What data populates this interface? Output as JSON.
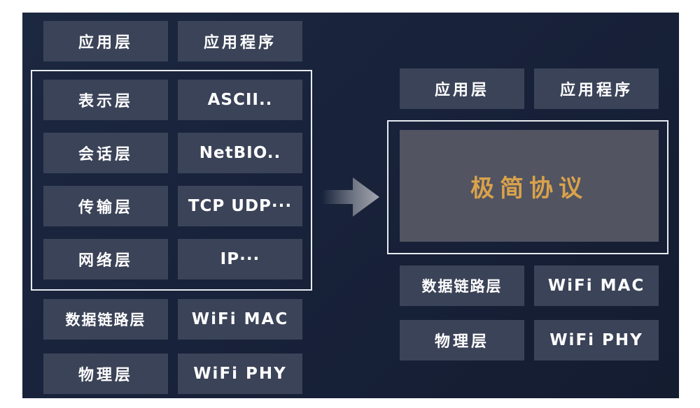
{
  "left": {
    "rows": [
      {
        "layer": "应用层",
        "example": "应用程序"
      },
      {
        "layer": "表示层",
        "example": "ASCII.."
      },
      {
        "layer": "会话层",
        "example": "NetBIO.."
      },
      {
        "layer": "传输层",
        "example": "TCP UDP···"
      },
      {
        "layer": "网络层",
        "example": "IP···"
      },
      {
        "layer": "数据链路层",
        "example": "WiFi MAC"
      },
      {
        "layer": "物理层",
        "example": "WiFi PHY"
      }
    ]
  },
  "right": {
    "top": {
      "layer": "应用层",
      "example": "应用程序"
    },
    "middle_label": "极简协议",
    "bottom": [
      {
        "layer": "数据链路层",
        "example": "WiFi MAC"
      },
      {
        "layer": "物理层",
        "example": "WiFi PHY"
      }
    ]
  },
  "colors": {
    "background": "#18223a",
    "box": "#3b4358",
    "highlight_text": "#d9a24b",
    "frame": "#e8ecf2"
  },
  "icons": {
    "transition": "arrow-right-icon"
  }
}
